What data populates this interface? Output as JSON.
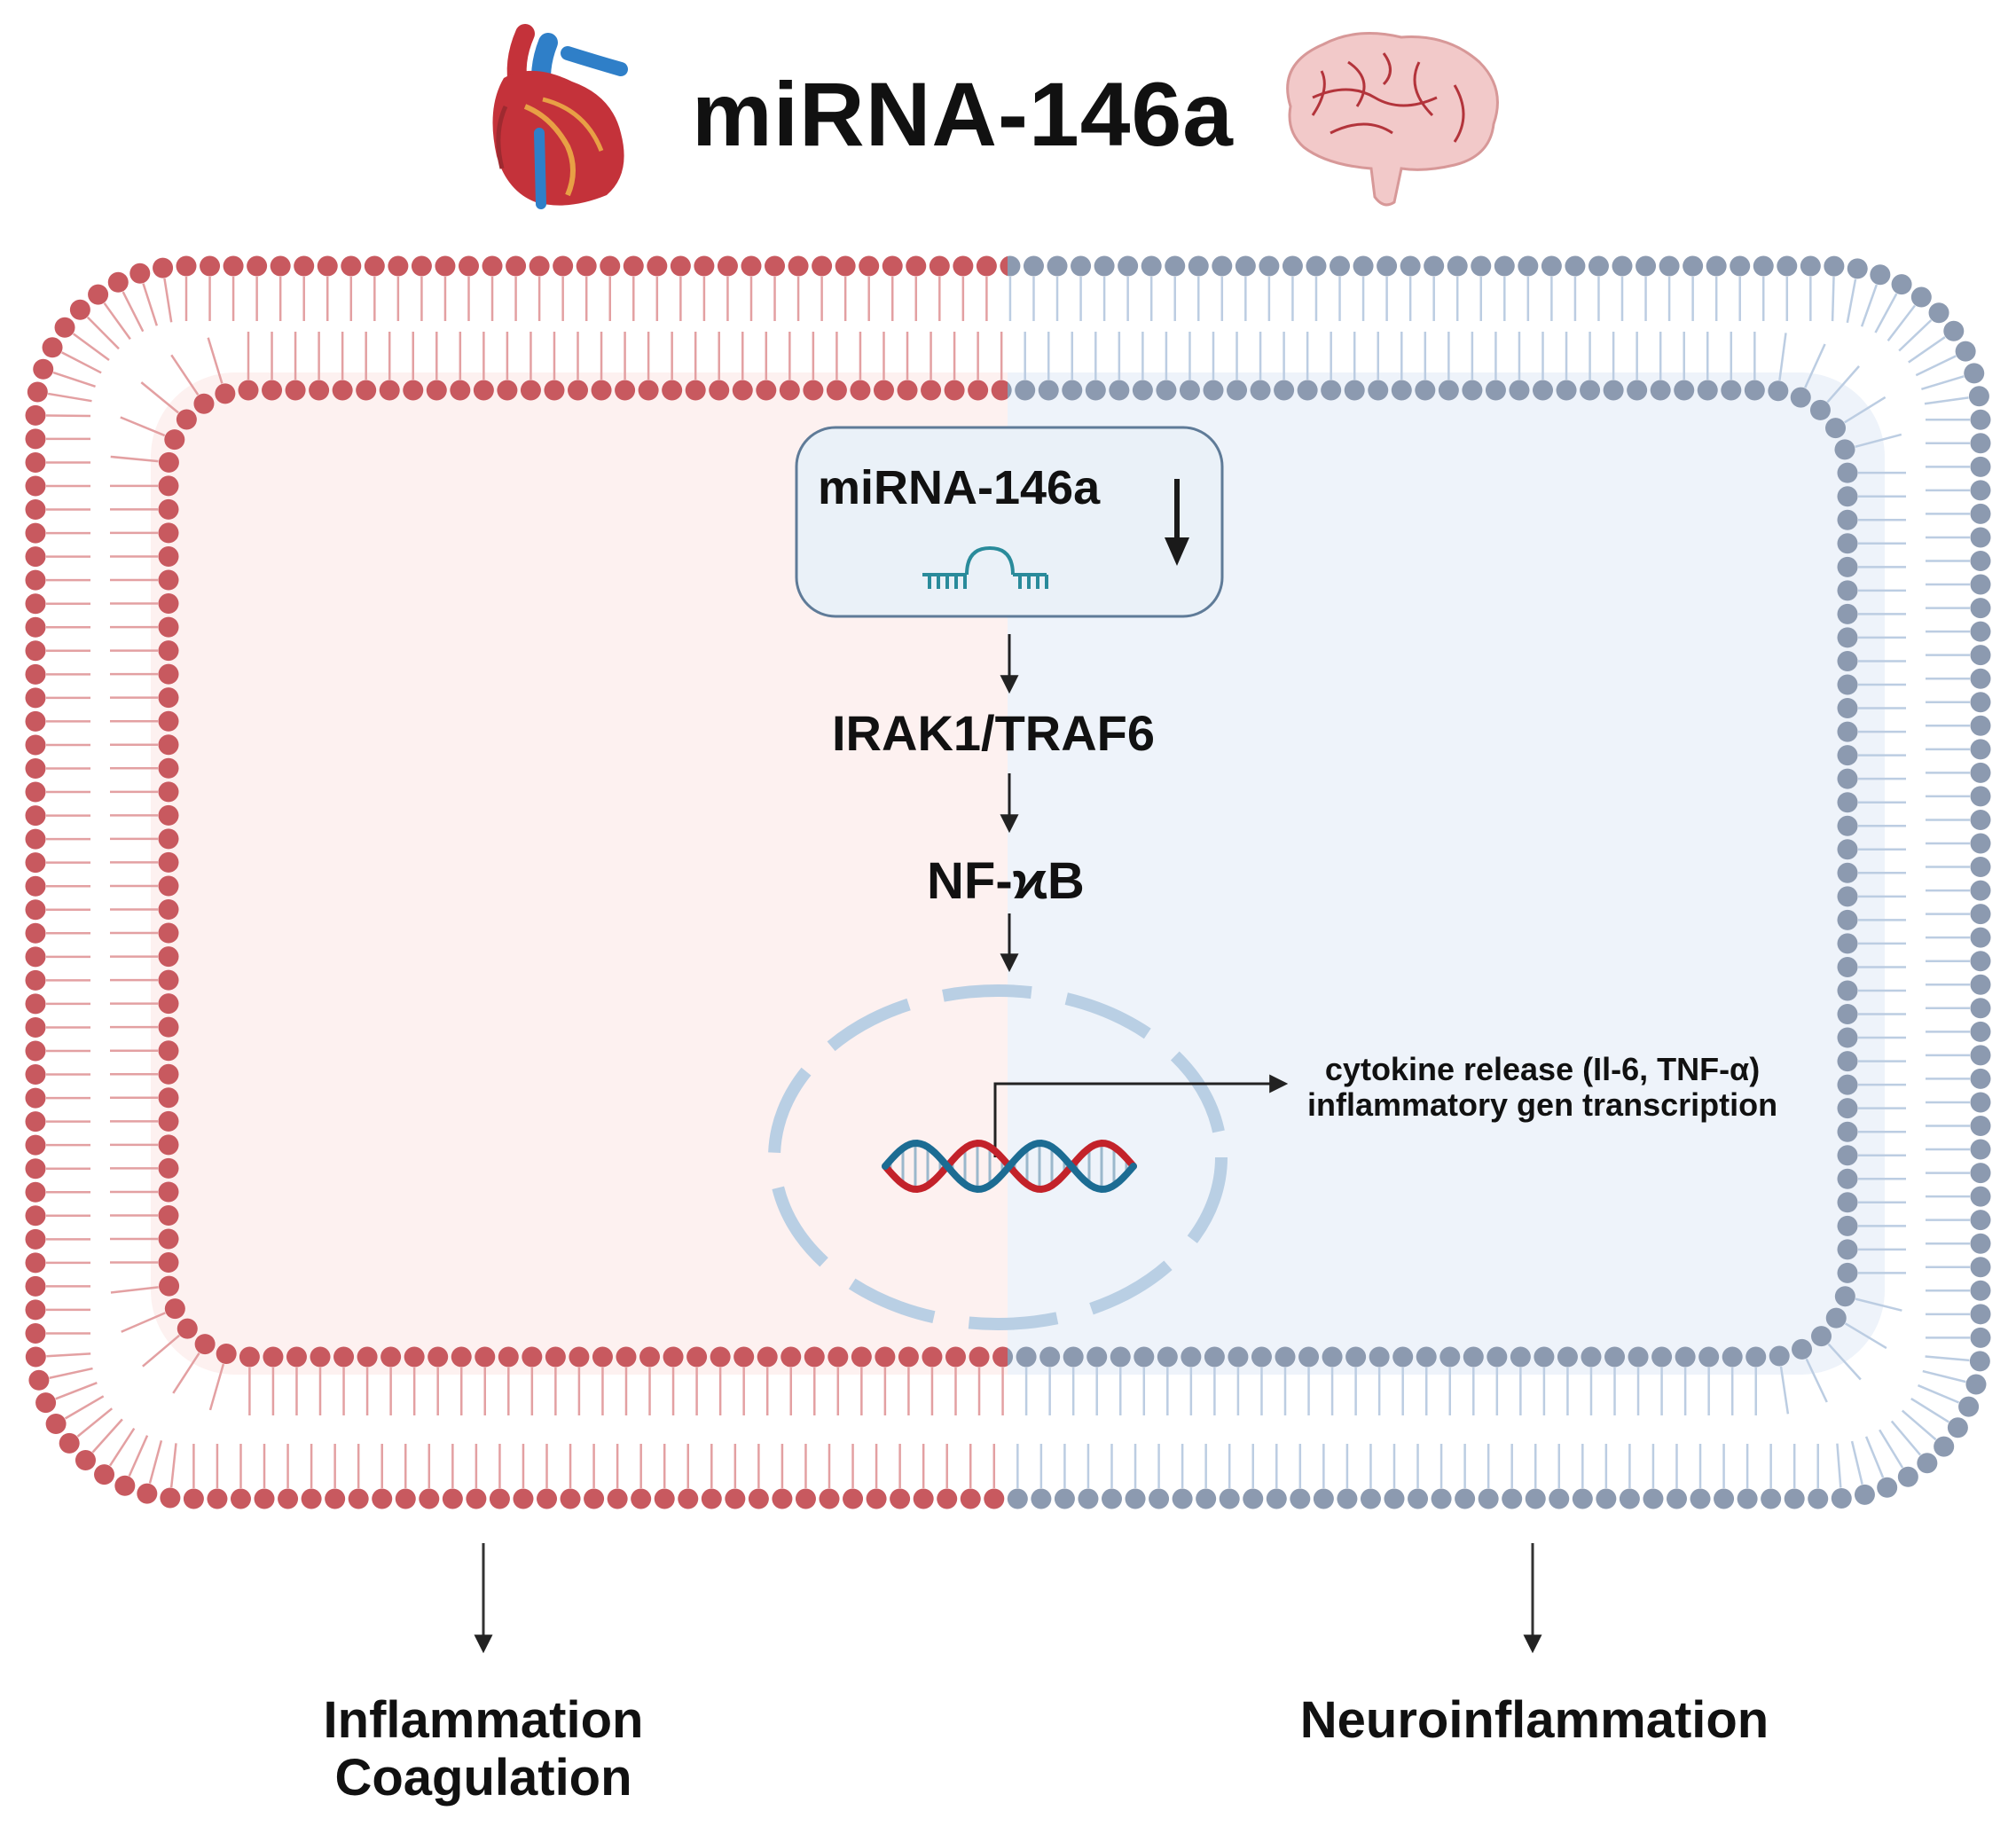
{
  "title": "miRNA-146a",
  "regulation_box": {
    "label": "miRNA-146a",
    "direction_icon": "arrow-down-icon",
    "rna_icon": "mirna-hairpin-icon"
  },
  "pathway_steps": [
    "IRAK1/TRAF6",
    "NF-ϰB"
  ],
  "nucleus": {
    "dna_icon": "dna-helix-icon",
    "output_lines": [
      "cytokine release (Il-6, TNF-α)",
      "inflammatory gen transcription"
    ]
  },
  "outcomes": {
    "left": [
      "Inflammation",
      "Coagulation"
    ],
    "right": [
      "Neuroinflammation"
    ]
  },
  "icons": {
    "left": "heart-icon",
    "right": "brain-icon"
  },
  "colors": {
    "membrane_left": "#c8595f",
    "membrane_right": "#8c9ab0",
    "cytoplasm_left": "#fdf1f0",
    "cytoplasm_right": "#eef3fa",
    "box_fill": "#eaf1f8",
    "box_stroke": "#5f7b98",
    "nucleus_stroke": "#b9cfe4",
    "dna_red": "#c3222a",
    "dna_blue": "#1c6c93",
    "rna_teal": "#2a8b9b"
  }
}
